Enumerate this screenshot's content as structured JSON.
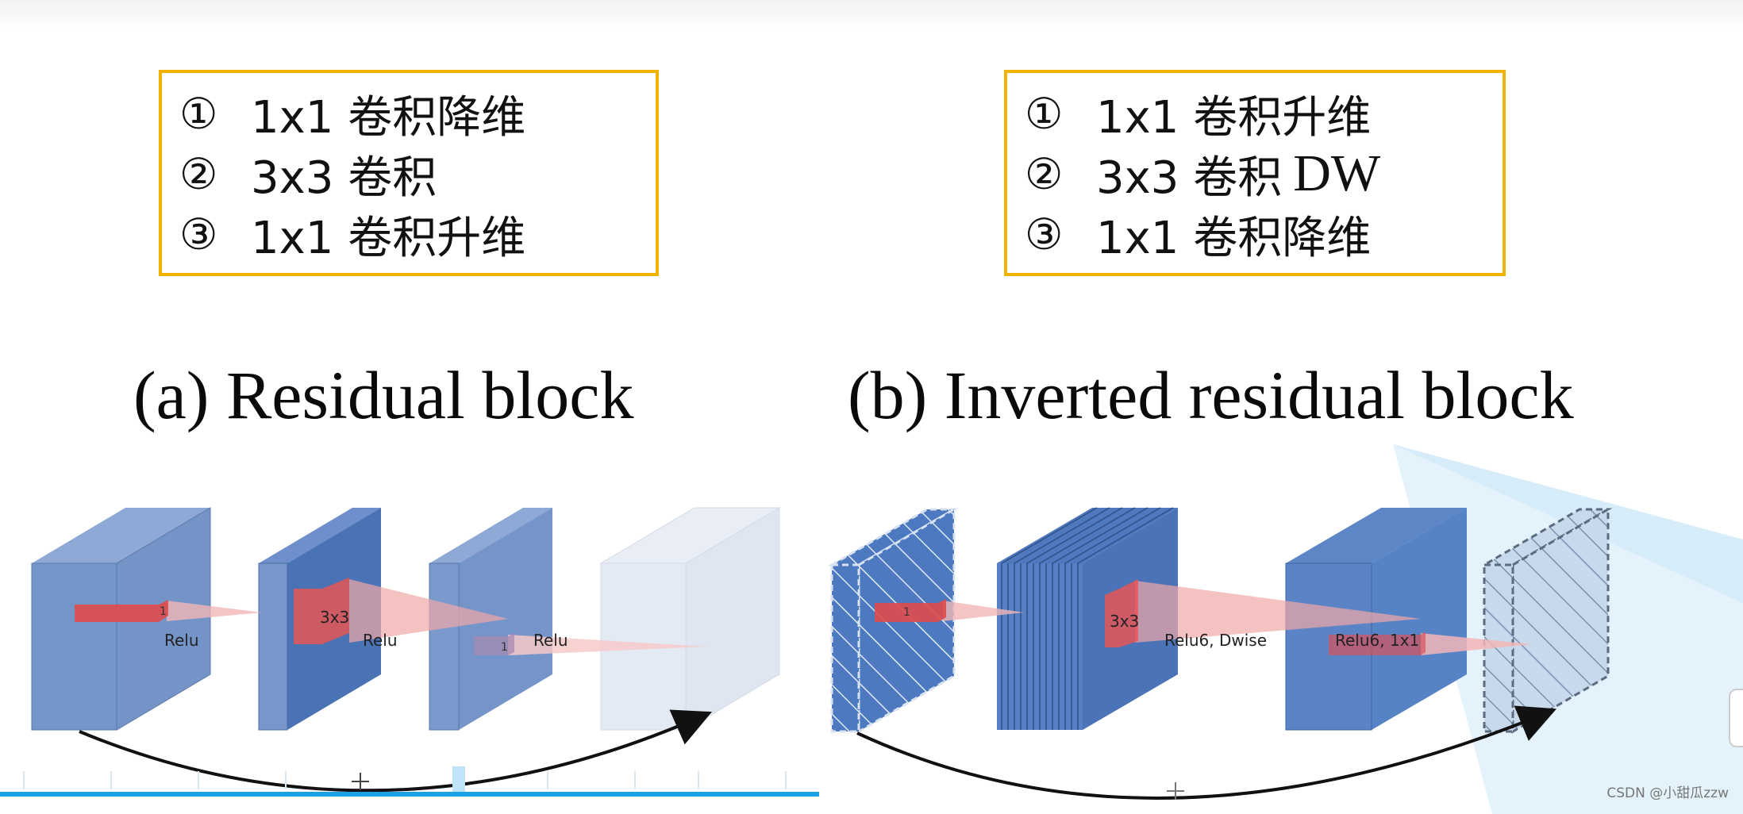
{
  "notes": {
    "left": [
      {
        "num": "①",
        "text": "1x1 卷积降维"
      },
      {
        "num": "②",
        "text": "3x3 卷积"
      },
      {
        "num": "③",
        "text": "1x1 卷积升维"
      }
    ],
    "right": [
      {
        "num": "①",
        "text": "1x1 卷积升维"
      },
      {
        "num": "②",
        "text": "3x3 卷积",
        "suffix": "DW"
      },
      {
        "num": "③",
        "text": "1x1 卷积降维"
      }
    ]
  },
  "captions": {
    "a": "(a) Residual block",
    "b": "(b) Inverted residual block"
  },
  "diagram_labels": {
    "a_one_1": "1",
    "a_relu_1": "Relu",
    "a_k3x3": "3x3",
    "a_relu_2": "Relu",
    "a_one_2": "1",
    "a_relu_3": "Relu",
    "b_one_1": "1",
    "b_k3x3": "3x3",
    "b_relu6_dwise": "Relu6, Dwise",
    "b_relu6_1x1": "Relu6, 1x1"
  },
  "watermark": "CSDN @小甜瓜zzw",
  "colors": {
    "box_border": "#f0b400",
    "block_blue": "#4a74b8",
    "kernel_red": "#e33a3a",
    "scroll": "#1da1e6"
  }
}
